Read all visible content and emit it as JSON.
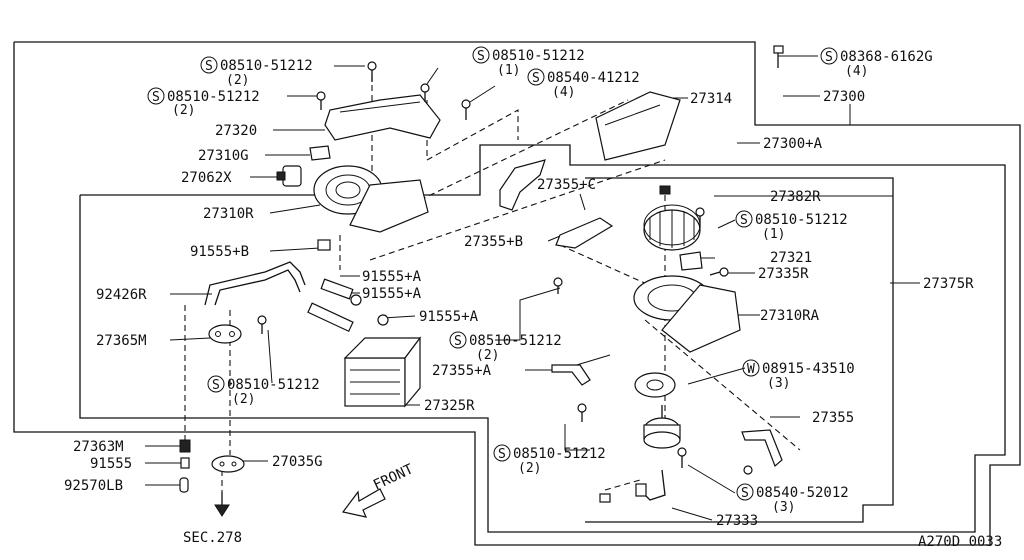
{
  "labels": {
    "s_08510_51212_a": "08510-51212",
    "s_08510_51212_a_qty": "(2)",
    "s_08510_51212_b": "08510-51212",
    "s_08510_51212_b_qty": "(2)",
    "s_08510_51212_c": "08510-51212",
    "s_08510_51212_c_qty": "(1)",
    "s_08540_41212": "08540-41212",
    "s_08540_41212_qty": "(4)",
    "s_08368_6162g": "08368-6162G",
    "s_08368_6162g_qty": "(4)",
    "p_27314": "27314",
    "p_27300": "27300",
    "p_27300a": "27300+A",
    "p_27320": "27320",
    "p_27310g": "27310G",
    "p_27062x": "27062X",
    "p_27310r": "27310R",
    "p_27382r": "27382R",
    "p_27355c": "27355+C",
    "s_08510_51212_d": "08510-51212",
    "s_08510_51212_d_qty": "(1)",
    "p_27355b": "27355+B",
    "p_91555b": "91555+B",
    "p_27321": "27321",
    "p_27335r": "27335R",
    "p_91555a_1": "91555+A",
    "p_91555a_2": "91555+A",
    "p_27375r": "27375R",
    "p_92426r": "92426R",
    "p_91555a_3": "91555+A",
    "p_27310ra": "27310RA",
    "p_27365m": "27365M",
    "s_08510_51212_e": "08510-51212",
    "s_08510_51212_e_qty": "(2)",
    "p_27355a": "27355+A",
    "w_08915_43510": "08915-43510",
    "w_08915_43510_qty": "(3)",
    "s_08510_51212_f": "08510-51212",
    "s_08510_51212_f_qty": "(2)",
    "p_27325r": "27325R",
    "p_27355": "27355",
    "p_27363m": "27363M",
    "s_08510_51212_g": "08510-51212",
    "s_08510_51212_g_qty": "(2)",
    "p_91555": "91555",
    "p_27035g": "27035G",
    "p_92570lb": "92570LB",
    "front": "FRONT",
    "s_08540_52012": "08540-52012",
    "s_08540_52012_qty": "(3)",
    "p_27333": "27333",
    "sec": "SEC.278",
    "diagram_code": "A270D 0033",
    "sym_s": "S",
    "sym_w": "W"
  }
}
